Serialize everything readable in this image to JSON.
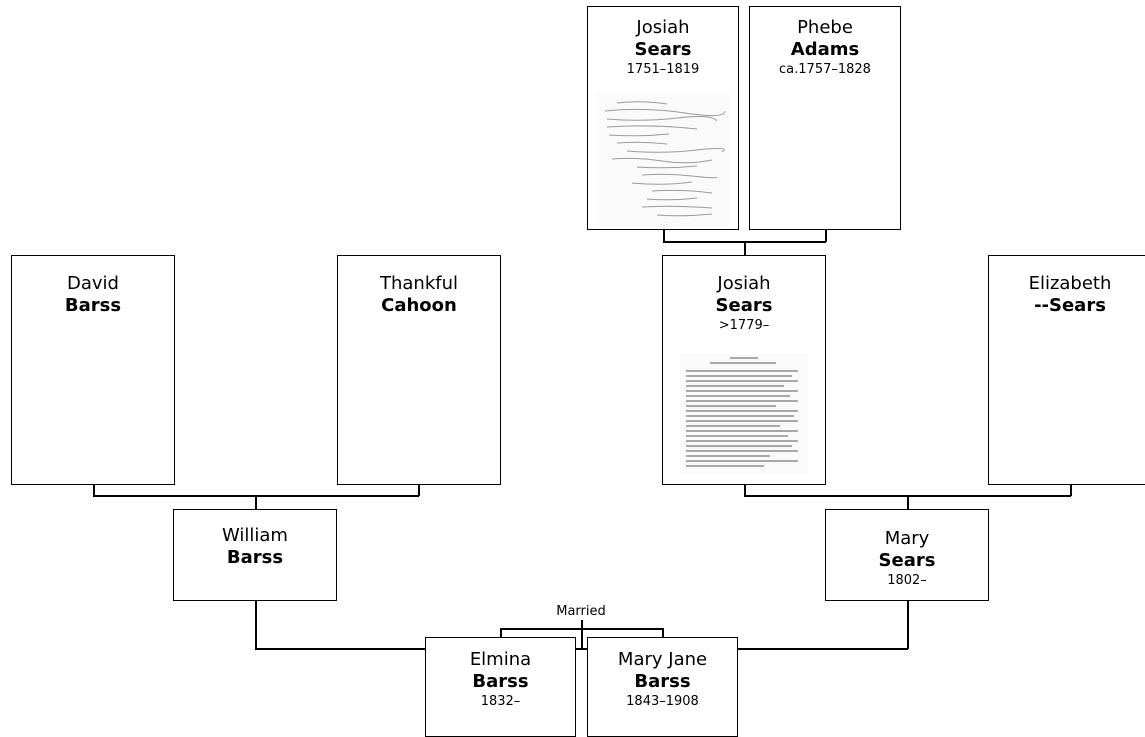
{
  "people": {
    "josiah_sr": {
      "first": "Josiah",
      "last": "Sears",
      "dates": "1751–1819",
      "image": "handwritten-document-icon"
    },
    "phebe": {
      "first": "Phebe",
      "last": "Adams",
      "dates": "ca.1757–1828"
    },
    "david": {
      "first": "David",
      "last": "Barss",
      "dates": ""
    },
    "thankful": {
      "first": "Thankful",
      "last": "Cahoon",
      "dates": ""
    },
    "josiah_jr": {
      "first": "Josiah",
      "last": "Sears",
      "dates": ">1779–",
      "image": "typed-document-icon"
    },
    "elizabeth": {
      "first": "Elizabeth",
      "last": "--Sears",
      "dates": ""
    },
    "william": {
      "first": "William",
      "last": "Barss",
      "dates": ""
    },
    "mary": {
      "first": "Mary",
      "last": "Sears",
      "dates": "1802–"
    },
    "elmina": {
      "first": "Elmina",
      "last": "Barss",
      "dates": "1832–"
    },
    "mary_jane": {
      "first": "Mary Jane",
      "last": "Barss",
      "dates": "1843–1908"
    }
  },
  "labels": {
    "married": "Married"
  },
  "colors": {
    "border": "#000000",
    "background": "#ffffff"
  }
}
